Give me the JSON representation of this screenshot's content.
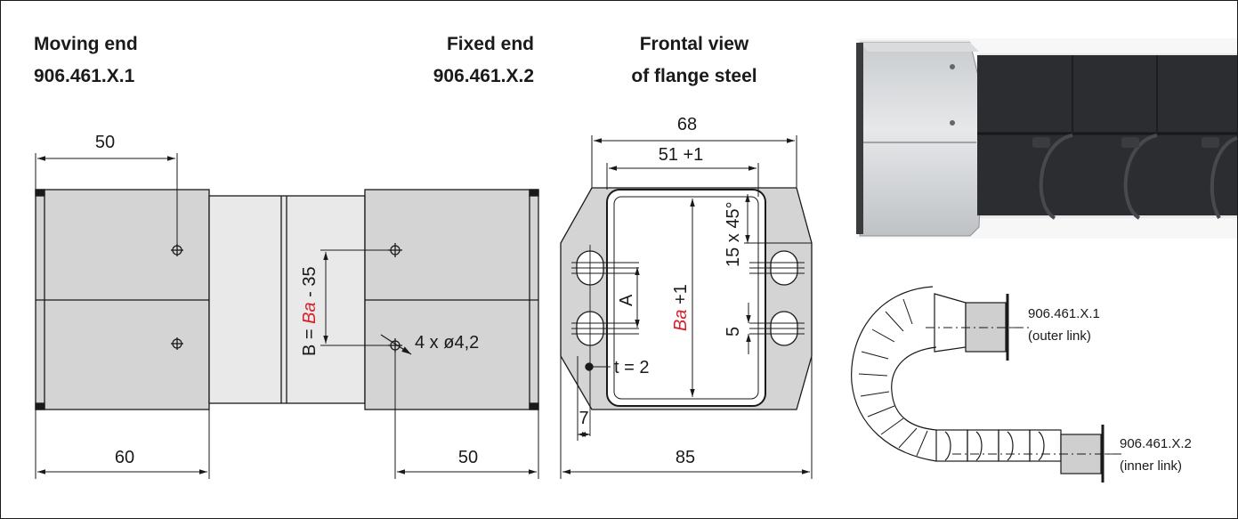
{
  "headers": {
    "moving_title": "Moving end",
    "moving_code": "906.461.X.1",
    "fixed_title": "Fixed end",
    "fixed_code": "906.461.X.2",
    "frontal_title": "Frontal view",
    "frontal_sub": "of flange steel"
  },
  "dimensions": {
    "left_top": "50",
    "left_bottom": "60",
    "right_bottom": "50",
    "b_formula_prefix": "B = ",
    "b_formula_ba": "Ba",
    "b_formula_suffix": " - 35",
    "holes": "4 x ø4,2",
    "front_width_outer": "68",
    "front_width_inner": "51 +1",
    "front_height_ba": "Ba",
    "front_height_suffix": " +1",
    "front_a": "A",
    "front_chamfer": "15 x 45°",
    "front_slot": "5",
    "front_thickness": "t = 2",
    "front_edge": "7",
    "front_bottom": "85"
  },
  "labels": {
    "outer_code": "906.461.X.1",
    "outer_text": "(outer link)",
    "inner_code": "906.461.X.2",
    "inner_text": "(inner link)"
  },
  "colors": {
    "part_fill": "#d4d4d4",
    "line": "#1a1a1a",
    "accent_red": "#d6202a",
    "chain_dark": "#2b2d30"
  }
}
